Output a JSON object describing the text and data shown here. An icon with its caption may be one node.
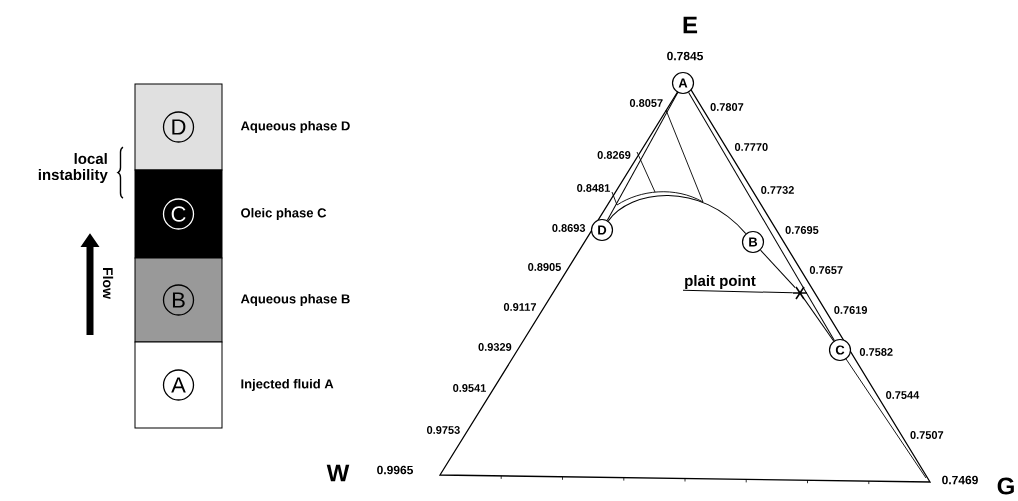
{
  "diagram": {
    "nodes": [
      {
        "text": [
          "D"
        ],
        "beside": [
          "Aqueous phase D"
        ]
      },
      {
        "text": [
          "C"
        ],
        "beside": [
          "Oleic phase C"
        ]
      },
      {
        "text": [
          "B"
        ],
        "beside": [
          "Aqueous phase B"
        ]
      },
      {
        "text": [
          "A"
        ],
        "beside": [
          "Injected fluid A"
        ]
      },
      {
        "text": [
          "A"
        ]
      },
      {
        "text": [
          "B"
        ]
      },
      {
        "text": [
          "C"
        ]
      },
      {
        "text": [
          "D"
        ]
      },
      {
        "text": [
          "plait point"
        ]
      },
      {
        "text": [],
        "shape": "star"
      }
    ],
    "edges": [
      {
        "from": 8,
        "to": 9,
        "arrow": "none"
      },
      {
        "from": 4,
        "to": 7,
        "arrow": "none"
      },
      {
        "from": 7,
        "to": 5,
        "arrow": "none"
      },
      {
        "from": 5,
        "to": 9,
        "arrow": "none"
      },
      {
        "from": 9,
        "to": 6,
        "arrow": "none"
      },
      {
        "from": 4,
        "to": 6,
        "arrow": "none"
      }
    ],
    "labels": [
      "local instability",
      "Flow",
      "E",
      "0.7845",
      "0.8057",
      "0.8269",
      "0.8481",
      "0.8693",
      "0.8905",
      "0.9117",
      "0.9329",
      "0.9541",
      "0.9753",
      "0.7807",
      "0.7770",
      "0.7732",
      "0.7695",
      "0.7657",
      "0.7619",
      "0.7582",
      "0.7544",
      "0.7507",
      "W",
      "0.9965",
      "G",
      "0.7469"
    ]
  }
}
